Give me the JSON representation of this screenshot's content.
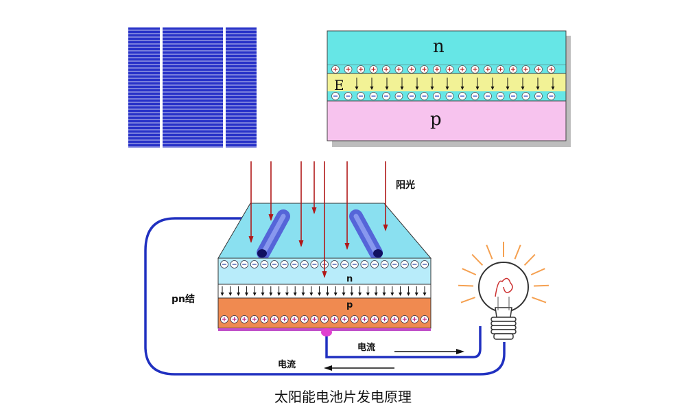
{
  "junction_diagram": {
    "n_label": "n",
    "p_label": "p",
    "field_label": "E",
    "plus_symbol": "⊕",
    "minus_symbol": "⊖"
  },
  "cell_diagram": {
    "sunlight_label": "阳光",
    "n_label": "n",
    "p_label": "p",
    "pn_junction_label": "pn结",
    "current_label_top": "电流",
    "current_label_bottom": "电流"
  },
  "caption": "太阳能电池片发电原理",
  "colors": {
    "panel_blue": "#2832c8",
    "junction_n": "#66e6e6",
    "junction_depletion": "#f2f296",
    "junction_p": "#f7c3ee",
    "cell_top": "#8ae0f0",
    "cell_n": "#b8ecfa",
    "cell_p": "#f08a50",
    "sun_ray": "#b01818",
    "wire": "#2030c0",
    "bulb_glow": "#f5a050"
  }
}
